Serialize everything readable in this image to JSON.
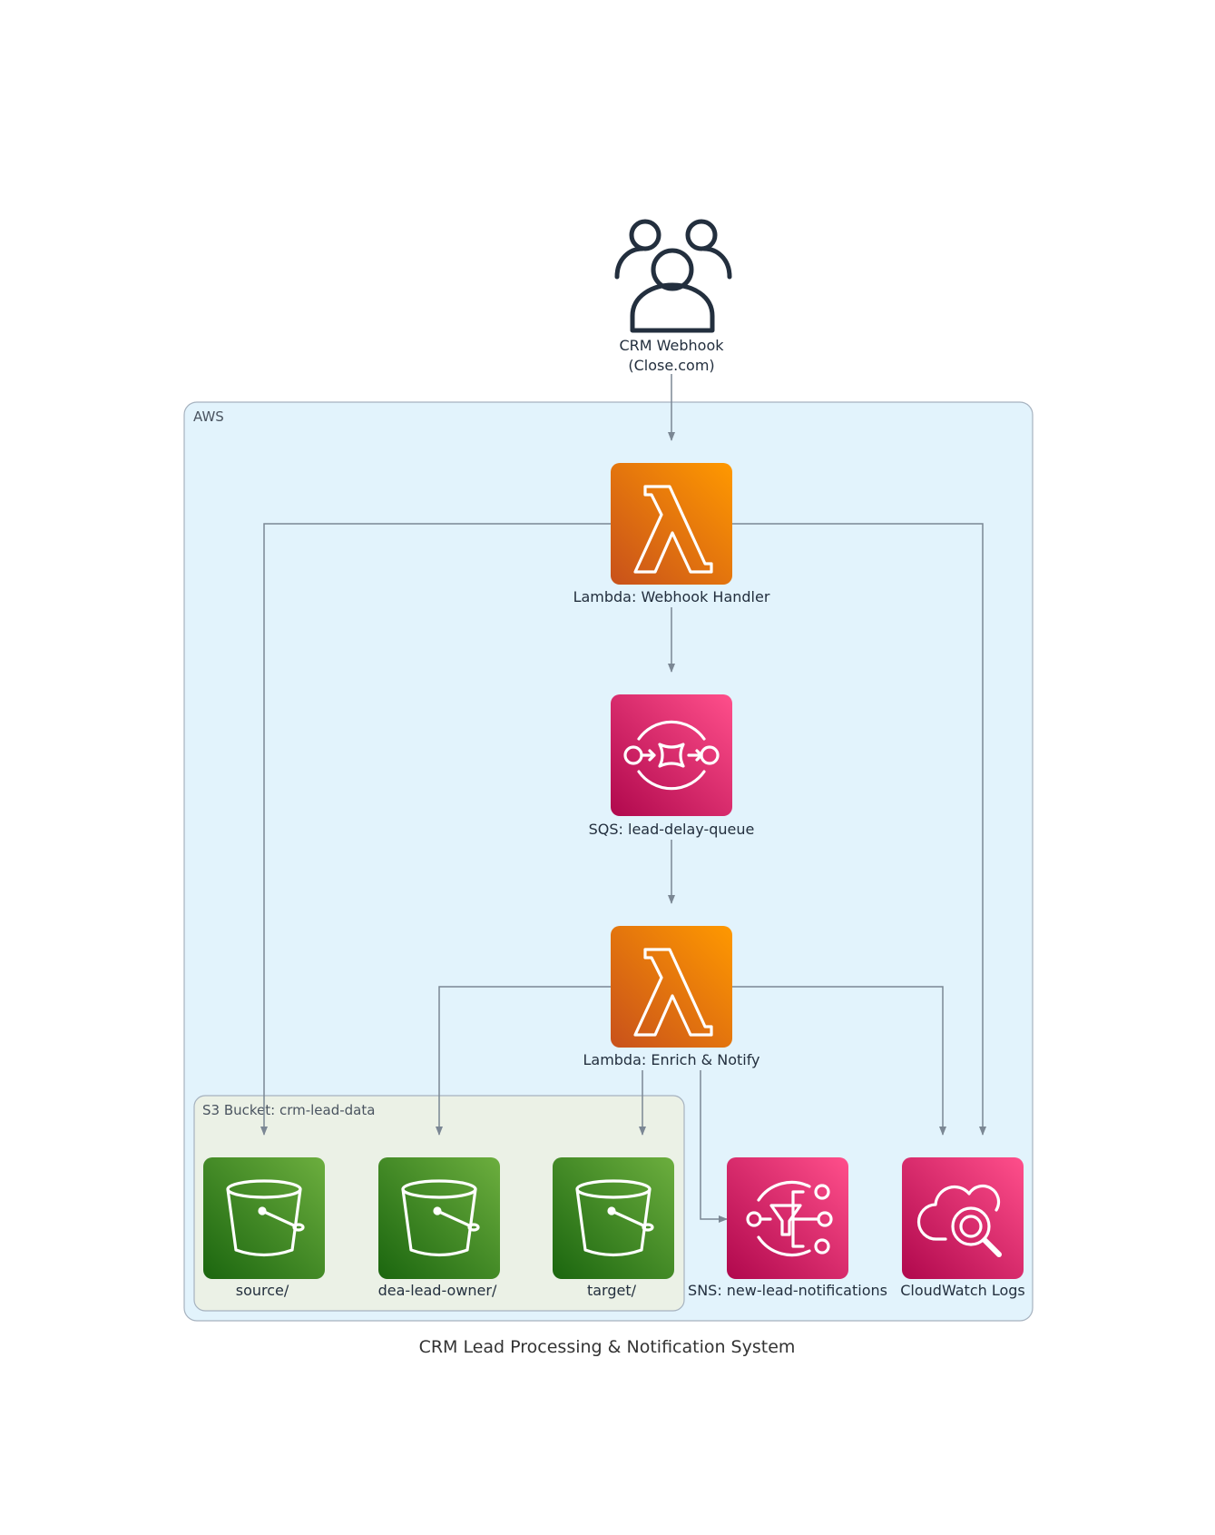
{
  "caption": "CRM Lead Processing & Notification System",
  "groups": {
    "aws": "AWS",
    "s3_bucket": "S3 Bucket: crm-lead-data"
  },
  "nodes": {
    "webhook": {
      "line1": "CRM Webhook",
      "line2": "(Close.com)",
      "icon": "users-icon"
    },
    "lambda_webhook": {
      "label": "Lambda: Webhook Handler",
      "icon": "lambda-icon"
    },
    "sqs": {
      "label": "SQS: lead-delay-queue",
      "icon": "sqs-icon"
    },
    "lambda_enrich": {
      "label": "Lambda: Enrich & Notify",
      "icon": "lambda-icon"
    },
    "s3_source": {
      "label": "source/",
      "icon": "bucket-icon"
    },
    "s3_owner": {
      "label": "dea-lead-owner/",
      "icon": "bucket-icon"
    },
    "s3_target": {
      "label": "target/",
      "icon": "bucket-icon"
    },
    "sns": {
      "label": "SNS: new-lead-notifications",
      "icon": "sns-icon"
    },
    "cloudwatch": {
      "label": "CloudWatch Logs",
      "icon": "cloudwatch-icon"
    }
  },
  "edges": [
    {
      "from": "webhook",
      "to": "lambda_webhook"
    },
    {
      "from": "lambda_webhook",
      "to": "sqs"
    },
    {
      "from": "lambda_webhook",
      "to": "s3_source"
    },
    {
      "from": "lambda_webhook",
      "to": "cloudwatch"
    },
    {
      "from": "sqs",
      "to": "lambda_enrich"
    },
    {
      "from": "lambda_enrich",
      "to": "s3_owner"
    },
    {
      "from": "lambda_enrich",
      "to": "s3_target"
    },
    {
      "from": "lambda_enrich",
      "to": "sns"
    },
    {
      "from": "lambda_enrich",
      "to": "cloudwatch"
    }
  ],
  "colors": {
    "aws_group_fill": "#e2f3fc",
    "s3_group_fill": "#ebf1e6",
    "compute_orange": "#ed7100",
    "integration_pink": "#e7157b",
    "storage_green": "#3f8624",
    "edge_gray": "#7b8794"
  }
}
